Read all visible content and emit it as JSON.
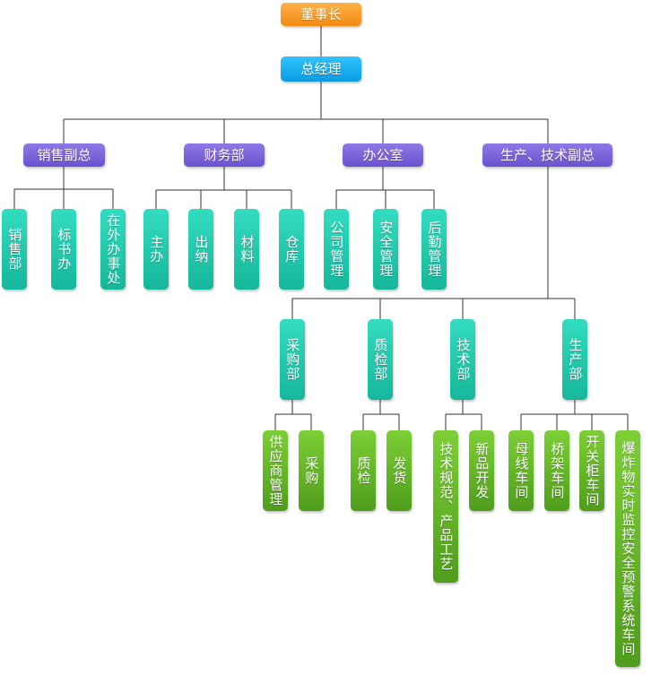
{
  "colors": {
    "orange": "#f5921e",
    "blue": "#17a8ee",
    "purple": "#7b62da",
    "teal": "#21c9ab",
    "green": "#62b326",
    "line": "#333333"
  },
  "org": {
    "root": "董事长",
    "gm": "总经理",
    "sales_vp": "销售副总",
    "finance": "财务部",
    "office": "办公室",
    "prod_vp": "生产、技术副总",
    "sales_subs": [
      "销售部",
      "标书办",
      "在外办事处"
    ],
    "finance_subs": [
      "主办",
      "出纳",
      "材料",
      "仓库"
    ],
    "office_subs": [
      "公司管理",
      "安全管理",
      "后勤管理"
    ],
    "prod_depts": [
      "采购部",
      "质检部",
      "技术部",
      "生产部"
    ],
    "purchase_subs": [
      "供应商管理",
      "采购"
    ],
    "qc_subs": [
      "质检",
      "发货"
    ],
    "tech_subs": [
      "技术规范、产品工艺",
      "新品开发"
    ],
    "production_subs": [
      "母线车间",
      "桥架车间",
      "开关柜车间",
      "爆炸物实时监控安全预警系统车间"
    ]
  }
}
